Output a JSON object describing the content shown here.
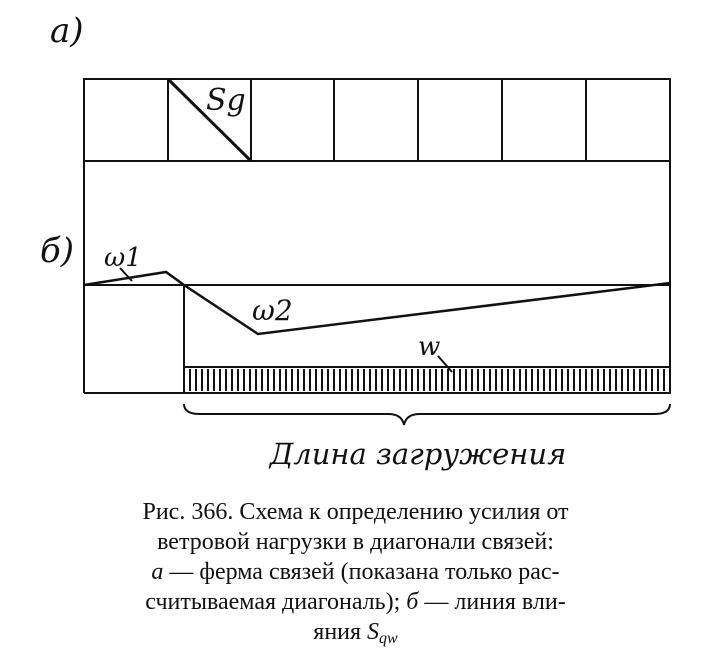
{
  "panel_a": {
    "label": "а)",
    "diagonal_label": "Sg"
  },
  "panel_b": {
    "label": "б)",
    "omega_1": "ω1",
    "omega_2": "ω2",
    "load_label": "w",
    "length_label": "Длина загружения"
  },
  "caption": {
    "line1": "Рис. 366. Схема к определению усилия от",
    "line2": "ветровой нагрузки в диагонали связей:",
    "line3_a": "а",
    "line3_text": " — ферма связей (показана только рас-",
    "line4_text": "считываемая диагональ); ",
    "line4_b": "б",
    "line4_tail": " — линия вли-",
    "line5_text": "яния ",
    "line5_S": "S",
    "line5_sub": "qw"
  }
}
